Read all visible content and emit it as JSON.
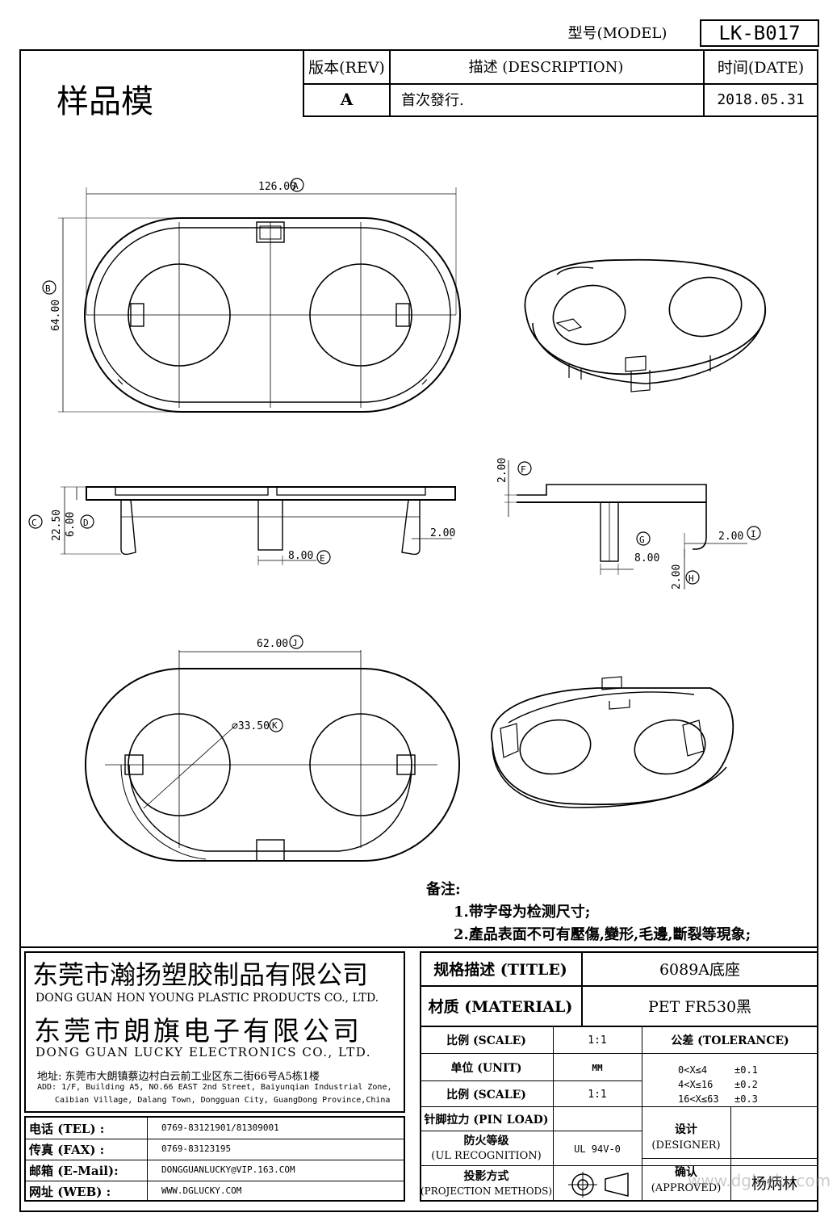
{
  "header": {
    "model_label": "型号(MODEL)",
    "model_value": "LK-B017",
    "sample_label": "样品模"
  },
  "revision_table": {
    "rev_header": "版本(REV)",
    "desc_header": "描述 (DESCRIPTION)",
    "date_header": "时间(DATE)",
    "rev": "A",
    "desc": "首次發行.",
    "date": "2018.05.31"
  },
  "dimensions": {
    "width": "126.00",
    "width_tag": "A",
    "height": "64.00",
    "height_tag": "B",
    "side_total": "22.50",
    "side_total_tag": "C",
    "side_inner": "6.00",
    "side_inner_tag": "D",
    "pin_width": "8.00",
    "pin_width_tag": "E",
    "side_gap": "2.00",
    "right_top": "2.00",
    "right_top_tag": "F",
    "right_pin": "8.00",
    "right_pin_tag": "G",
    "right_hook": "2.00",
    "right_hook_tag": "I",
    "right_bottom": "2.00",
    "right_bottom_tag": "H",
    "pitch": "62.00",
    "pitch_tag": "J",
    "hole_dia": "⌀33.50",
    "hole_dia_tag": "K"
  },
  "notes": {
    "title": "备注:",
    "items": [
      "1.带字母为检测尺寸;",
      "2.產品表面不可有壓傷,變形,毛邊,斷裂等現象;"
    ]
  },
  "company": {
    "name_cn_1": "东莞市瀚扬塑胶制品有限公司",
    "name_en_1": "DONG GUAN HON YOUNG PLASTIC PRODUCTS CO., LTD.",
    "name_cn_2": "东莞市朗旗电子有限公司",
    "name_en_2": "DONG GUAN LUCKY ELECTRONICS CO., LTD.",
    "addr_cn": "地址: 东莞市大朗镇蔡边村白云前工业区东二街66号A5栋1楼",
    "addr_en_1": "ADD: 1/F, Building A5, NO.66 EAST 2nd Street, Baiyunqian Industrial Zone,",
    "addr_en_2": "Caibian Village, Dalang Town, Dongguan City, GuangDong Province,China"
  },
  "contacts": [
    {
      "label": "电话 (TEL) :",
      "value": "0769-83121901/81309001"
    },
    {
      "label": "传真 (FAX) :",
      "value": "0769-83123195"
    },
    {
      "label": "邮箱 (E-Mail):",
      "value": "DONGGUANLUCKY@VIP.163.COM"
    },
    {
      "label": "网址 (WEB) :",
      "value": "WWW.DGLUCKY.COM"
    }
  ],
  "spec": {
    "title_label": "规格描述 (TITLE)",
    "title_value": "6089A底座",
    "material_label": "材质 (MATERIAL)",
    "material_value": "PET FR530黑",
    "scale_label": "比例 (SCALE)",
    "scale_value": "1:1",
    "tolerance_label": "公差 (TOLERANCE)",
    "unit_label": "单位 (UNIT)",
    "unit_value": "MM",
    "scale2_label": "比例 (SCALE)",
    "scale2_value": "1:1",
    "tol_1_range": "0<X≤4",
    "tol_1_val": "±0.1",
    "tol_2_range": "4<X≤16",
    "tol_2_val": "±0.2",
    "tol_3_range": "16<X≤63",
    "tol_3_val": "±0.3",
    "pin_load_label": "针脚拉力 (PIN LOAD)",
    "fire_label_1": "防火等级",
    "fire_label_2": "(UL RECOGNITION)",
    "fire_value": "UL 94V-0",
    "projection_label_1": "投影方式",
    "projection_label_2": "(PROJECTION METHODS)",
    "designer_label_1": "设计",
    "designer_label_2": "(DESIGNER)",
    "approved_label_1": "确认",
    "approved_label_2": "(APPROVED)",
    "approved_value": "杨炳林"
  },
  "watermark": "www.dglucky.com"
}
